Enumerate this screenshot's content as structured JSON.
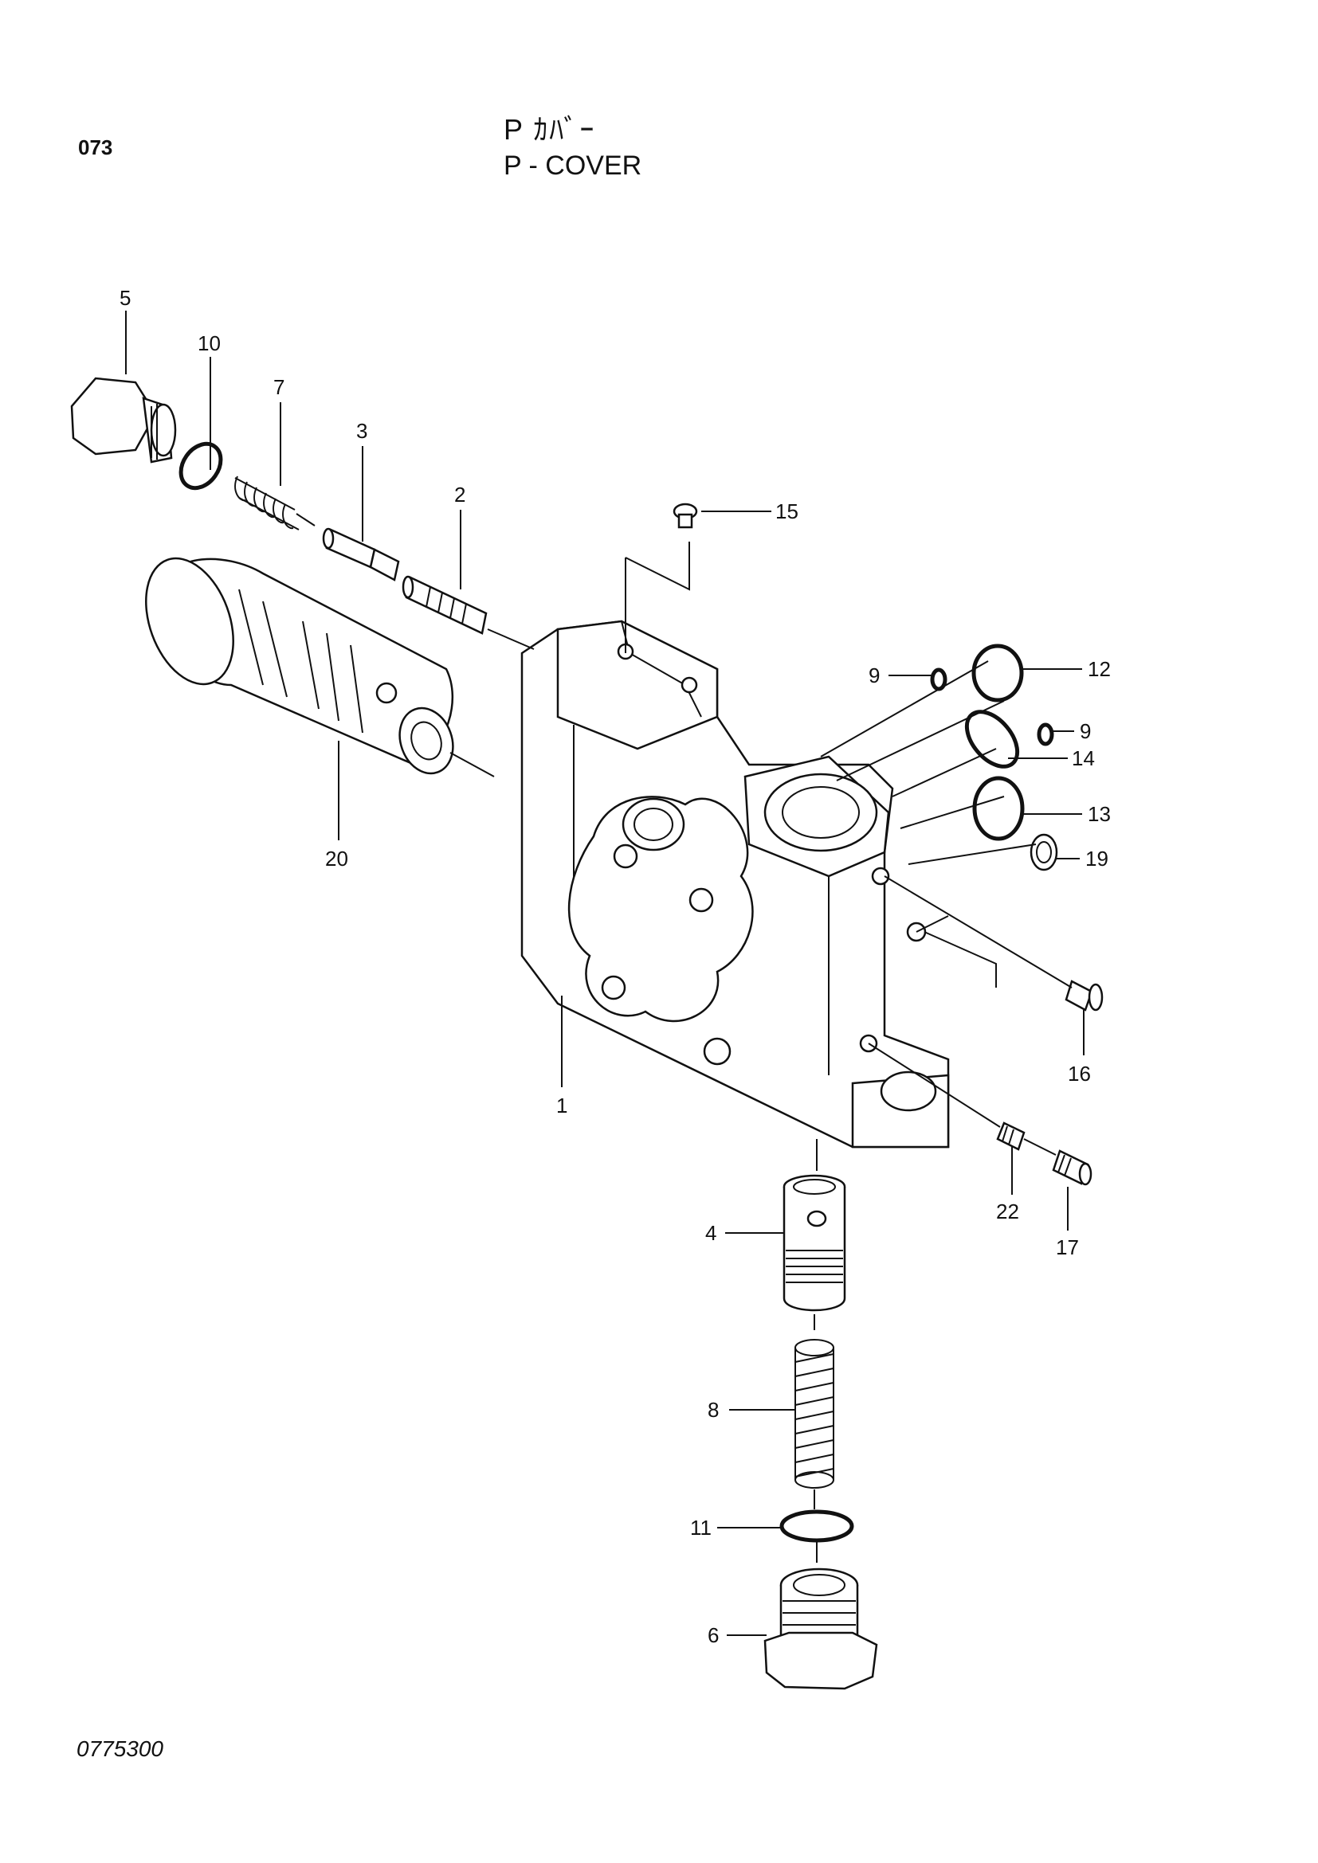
{
  "header": {
    "page_number": "073",
    "title_jp": "P  ｶﾊﾞｰ",
    "title_en": "P - COVER"
  },
  "footer": {
    "drawing_code": "0775300"
  },
  "callouts": [
    "1",
    "2",
    "3",
    "4",
    "5",
    "6",
    "7",
    "8",
    "9",
    "9",
    "10",
    "11",
    "12",
    "13",
    "14",
    "15",
    "16",
    "17",
    "19",
    "20",
    "22"
  ]
}
